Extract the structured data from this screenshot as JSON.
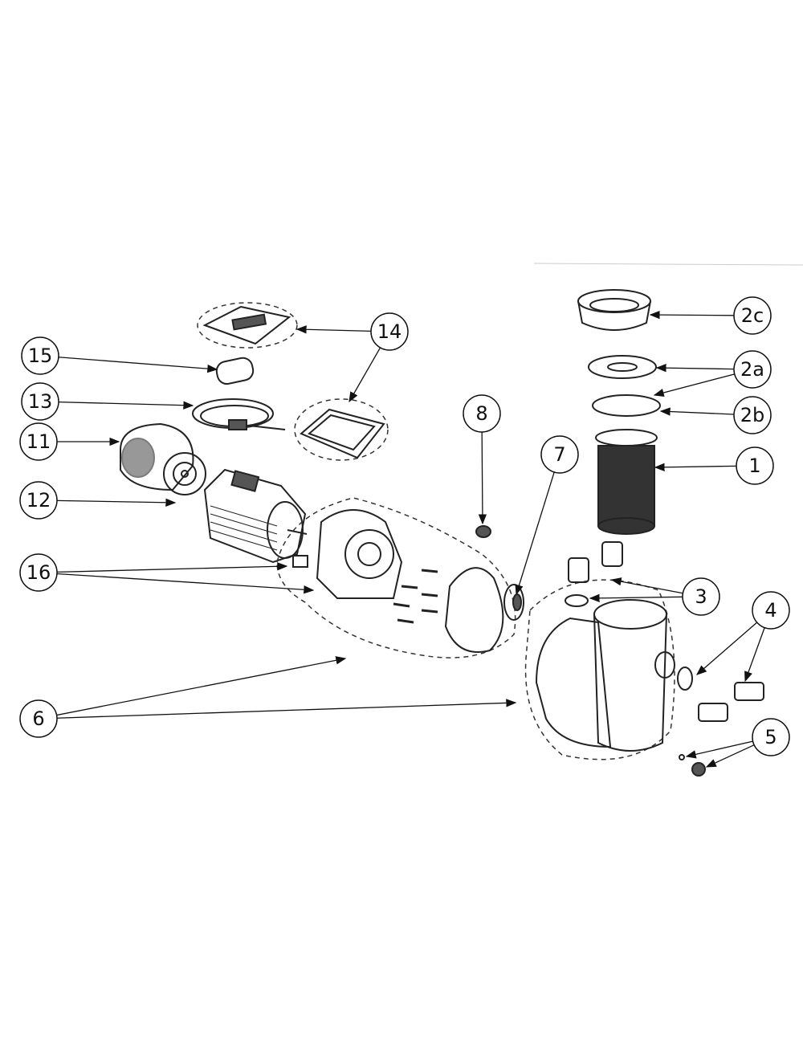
{
  "diagram": {
    "type": "exploded-parts-diagram",
    "callouts": [
      "1",
      "2a",
      "2b",
      "2c",
      "3",
      "4",
      "5",
      "6",
      "7",
      "8",
      "11",
      "12",
      "13",
      "14",
      "15",
      "16"
    ],
    "colors": {
      "ink": "#111111",
      "background": "#ffffff"
    }
  }
}
